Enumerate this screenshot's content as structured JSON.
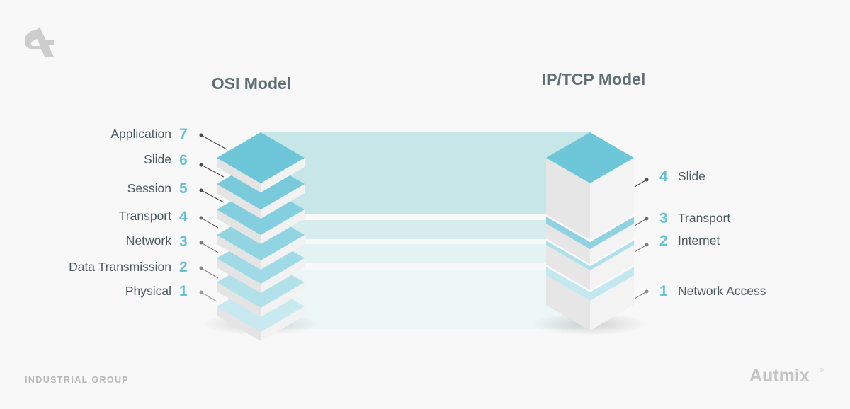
{
  "logo": {
    "icon": "brand-glyph-icon"
  },
  "osi": {
    "title": "OSI Model",
    "layers": [
      {
        "number": "7",
        "name": "Application",
        "color": "#6ec7d9"
      },
      {
        "number": "6",
        "name": "Slide",
        "color": "#79cbdc"
      },
      {
        "number": "5",
        "name": "Session",
        "color": "#84cfdf"
      },
      {
        "number": "4",
        "name": "Transport",
        "color": "#91d4e2"
      },
      {
        "number": "3",
        "name": "Network",
        "color": "#a0dae6"
      },
      {
        "number": "2",
        "name": "Data Transmission",
        "color": "#b2e1ea"
      },
      {
        "number": "1",
        "name": "Physical",
        "color": "#c7e9ef"
      }
    ]
  },
  "tcp": {
    "title": "IP/TCP Model",
    "layers": [
      {
        "number": "4",
        "name": "Slide",
        "color": "#6ec7d9"
      },
      {
        "number": "3",
        "name": "Transport",
        "color": "#8fd3e2"
      },
      {
        "number": "2",
        "name": "Internet",
        "color": "#ace0ea"
      },
      {
        "number": "1",
        "name": "Network Access",
        "color": "#c4e8ef"
      }
    ]
  },
  "colors": {
    "band_top": "#c6e6e7",
    "band_mid": "#d6eced",
    "band_low": "#e3f2f3",
    "band_bottom": "#edf6f6",
    "accent": "#67c2d4"
  },
  "footer": {
    "left": "INDUSTRIAL GROUP",
    "brand": "Autmix",
    "brand_mark": "®"
  }
}
